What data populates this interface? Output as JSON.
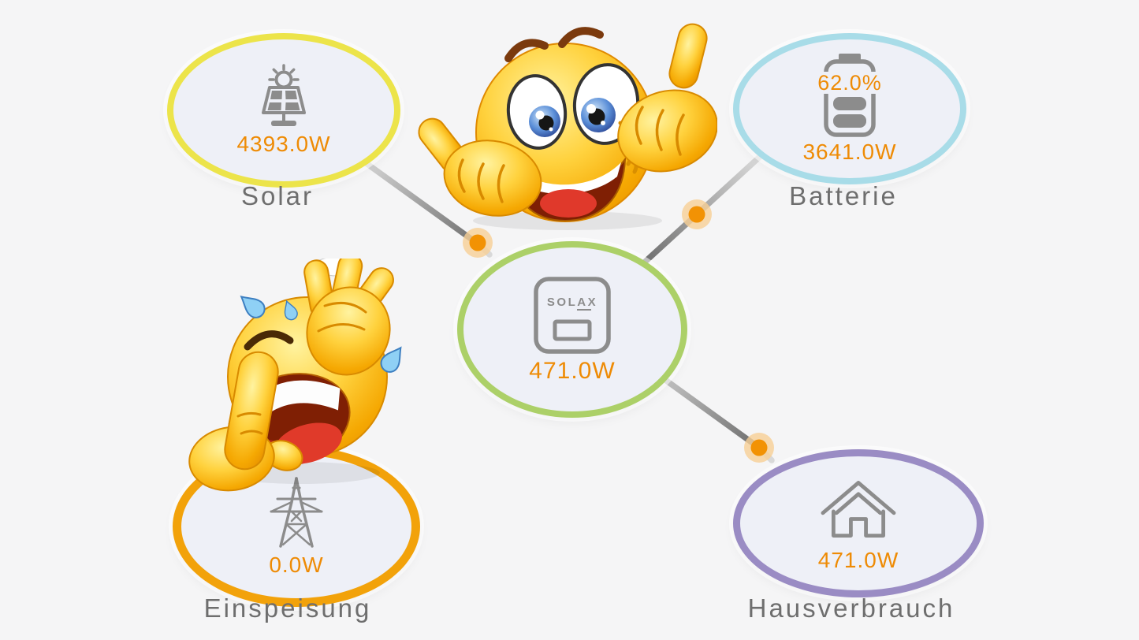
{
  "background": "#f5f5f6",
  "colors": {
    "value_text": "#ee8b05",
    "label_text": "#6e6e6e",
    "icon_gray": "#8c8c8c",
    "node_fill": "#eef0f7",
    "flow_line_light": "#dadada",
    "flow_line_dark": "#6c6c6c",
    "flow_dot": "#f29204",
    "flow_dot_halo": "#f8cf96",
    "solar_border": "#ece44a",
    "battery_border": "#a8dce8",
    "inverter_border": "#acd068",
    "grid_border": "#f2a20a",
    "home_border": "#9a8cc4"
  },
  "nodes": {
    "solar": {
      "label": "Solar",
      "value": "4393.0W",
      "icon": "solar-panel-icon",
      "border_color": "#ece44a"
    },
    "battery": {
      "label": "Batterie",
      "soc": "62.0%",
      "value": "3641.0W",
      "icon": "battery-icon",
      "border_color": "#a8dce8"
    },
    "inverter": {
      "brand": "SOLAX",
      "value": "471.0W",
      "icon": "inverter-icon",
      "border_color": "#acd068"
    },
    "grid_export": {
      "label": "Einspeisung",
      "value": "0.0W",
      "icon": "power-pylon-icon",
      "border_color": "#f2a20a"
    },
    "home": {
      "label": "Hausverbrauch",
      "value": "471.0W",
      "icon": "house-icon",
      "border_color": "#9a8cc4"
    }
  },
  "flows": [
    {
      "from": "solar",
      "to": "inverter",
      "dot": "near-inverter"
    },
    {
      "from": "battery",
      "to": "inverter",
      "dot": "mid-line"
    },
    {
      "from": "inverter",
      "to": "home",
      "dot": "near-home"
    }
  ],
  "stickers": [
    {
      "name": "thumbs-up-emoji"
    },
    {
      "name": "laughing-pointing-emoji"
    }
  ]
}
